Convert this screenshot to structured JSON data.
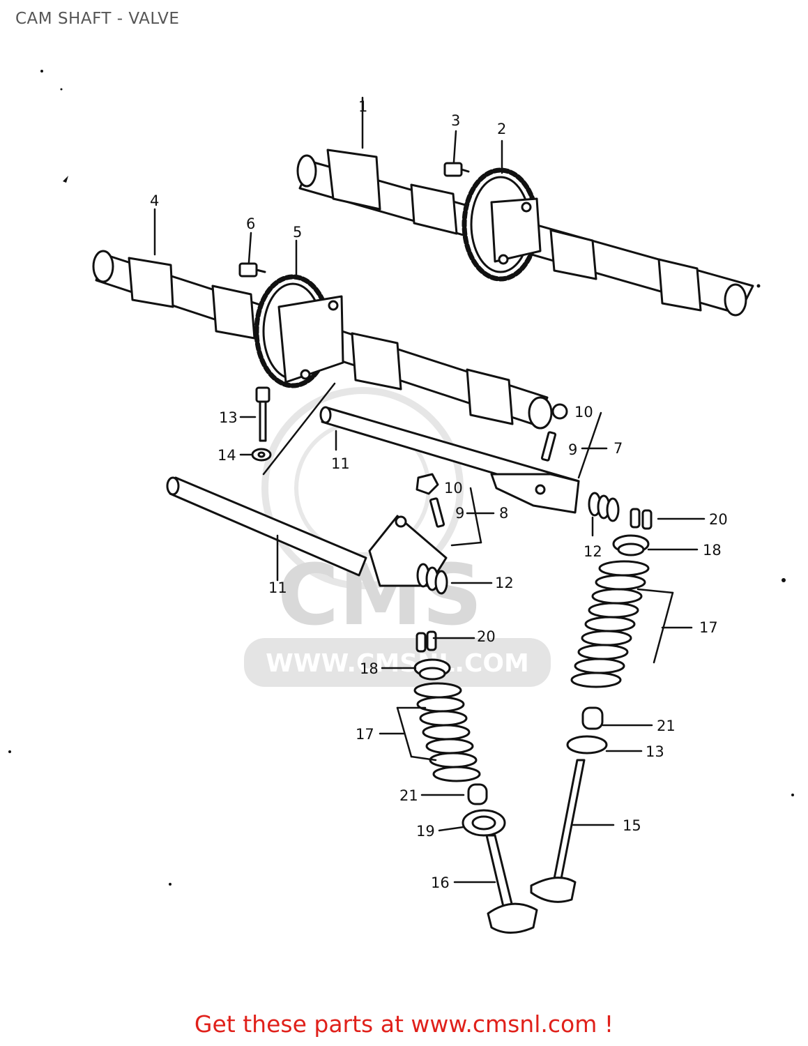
{
  "page": {
    "title": "CAM SHAFT - VALVE",
    "footer": {
      "prefix": "Get these parts at ",
      "link": "www.cmsnl.com",
      "suffix": " !",
      "color": "#e0201a"
    }
  },
  "watermark": {
    "logo_text": "CMS",
    "url_text": "WWW.CMSNL.COM"
  },
  "callouts": [
    {
      "id": "c1",
      "text": "1"
    },
    {
      "id": "c2",
      "text": "2"
    },
    {
      "id": "c3",
      "text": "3"
    },
    {
      "id": "c4",
      "text": "4"
    },
    {
      "id": "c5",
      "text": "5"
    },
    {
      "id": "c6",
      "text": "6"
    },
    {
      "id": "c7",
      "text": "7"
    },
    {
      "id": "c8",
      "text": "8"
    },
    {
      "id": "c9a",
      "text": "9"
    },
    {
      "id": "c9b",
      "text": "9"
    },
    {
      "id": "c10a",
      "text": "10"
    },
    {
      "id": "c10b",
      "text": "10"
    },
    {
      "id": "c11a",
      "text": "11"
    },
    {
      "id": "c11b",
      "text": "11"
    },
    {
      "id": "c12a",
      "text": "12"
    },
    {
      "id": "c12b",
      "text": "12"
    },
    {
      "id": "c13a",
      "text": "13"
    },
    {
      "id": "c13b",
      "text": "13"
    },
    {
      "id": "c14",
      "text": "14"
    },
    {
      "id": "c15",
      "text": "15"
    },
    {
      "id": "c16",
      "text": "16"
    },
    {
      "id": "c17a",
      "text": "17"
    },
    {
      "id": "c17b",
      "text": "17"
    },
    {
      "id": "c18a",
      "text": "18"
    },
    {
      "id": "c18b",
      "text": "18"
    },
    {
      "id": "c19",
      "text": "19"
    },
    {
      "id": "c20a",
      "text": "20"
    },
    {
      "id": "c20b",
      "text": "20"
    },
    {
      "id": "c21a",
      "text": "21"
    },
    {
      "id": "c21b",
      "text": "21"
    }
  ]
}
